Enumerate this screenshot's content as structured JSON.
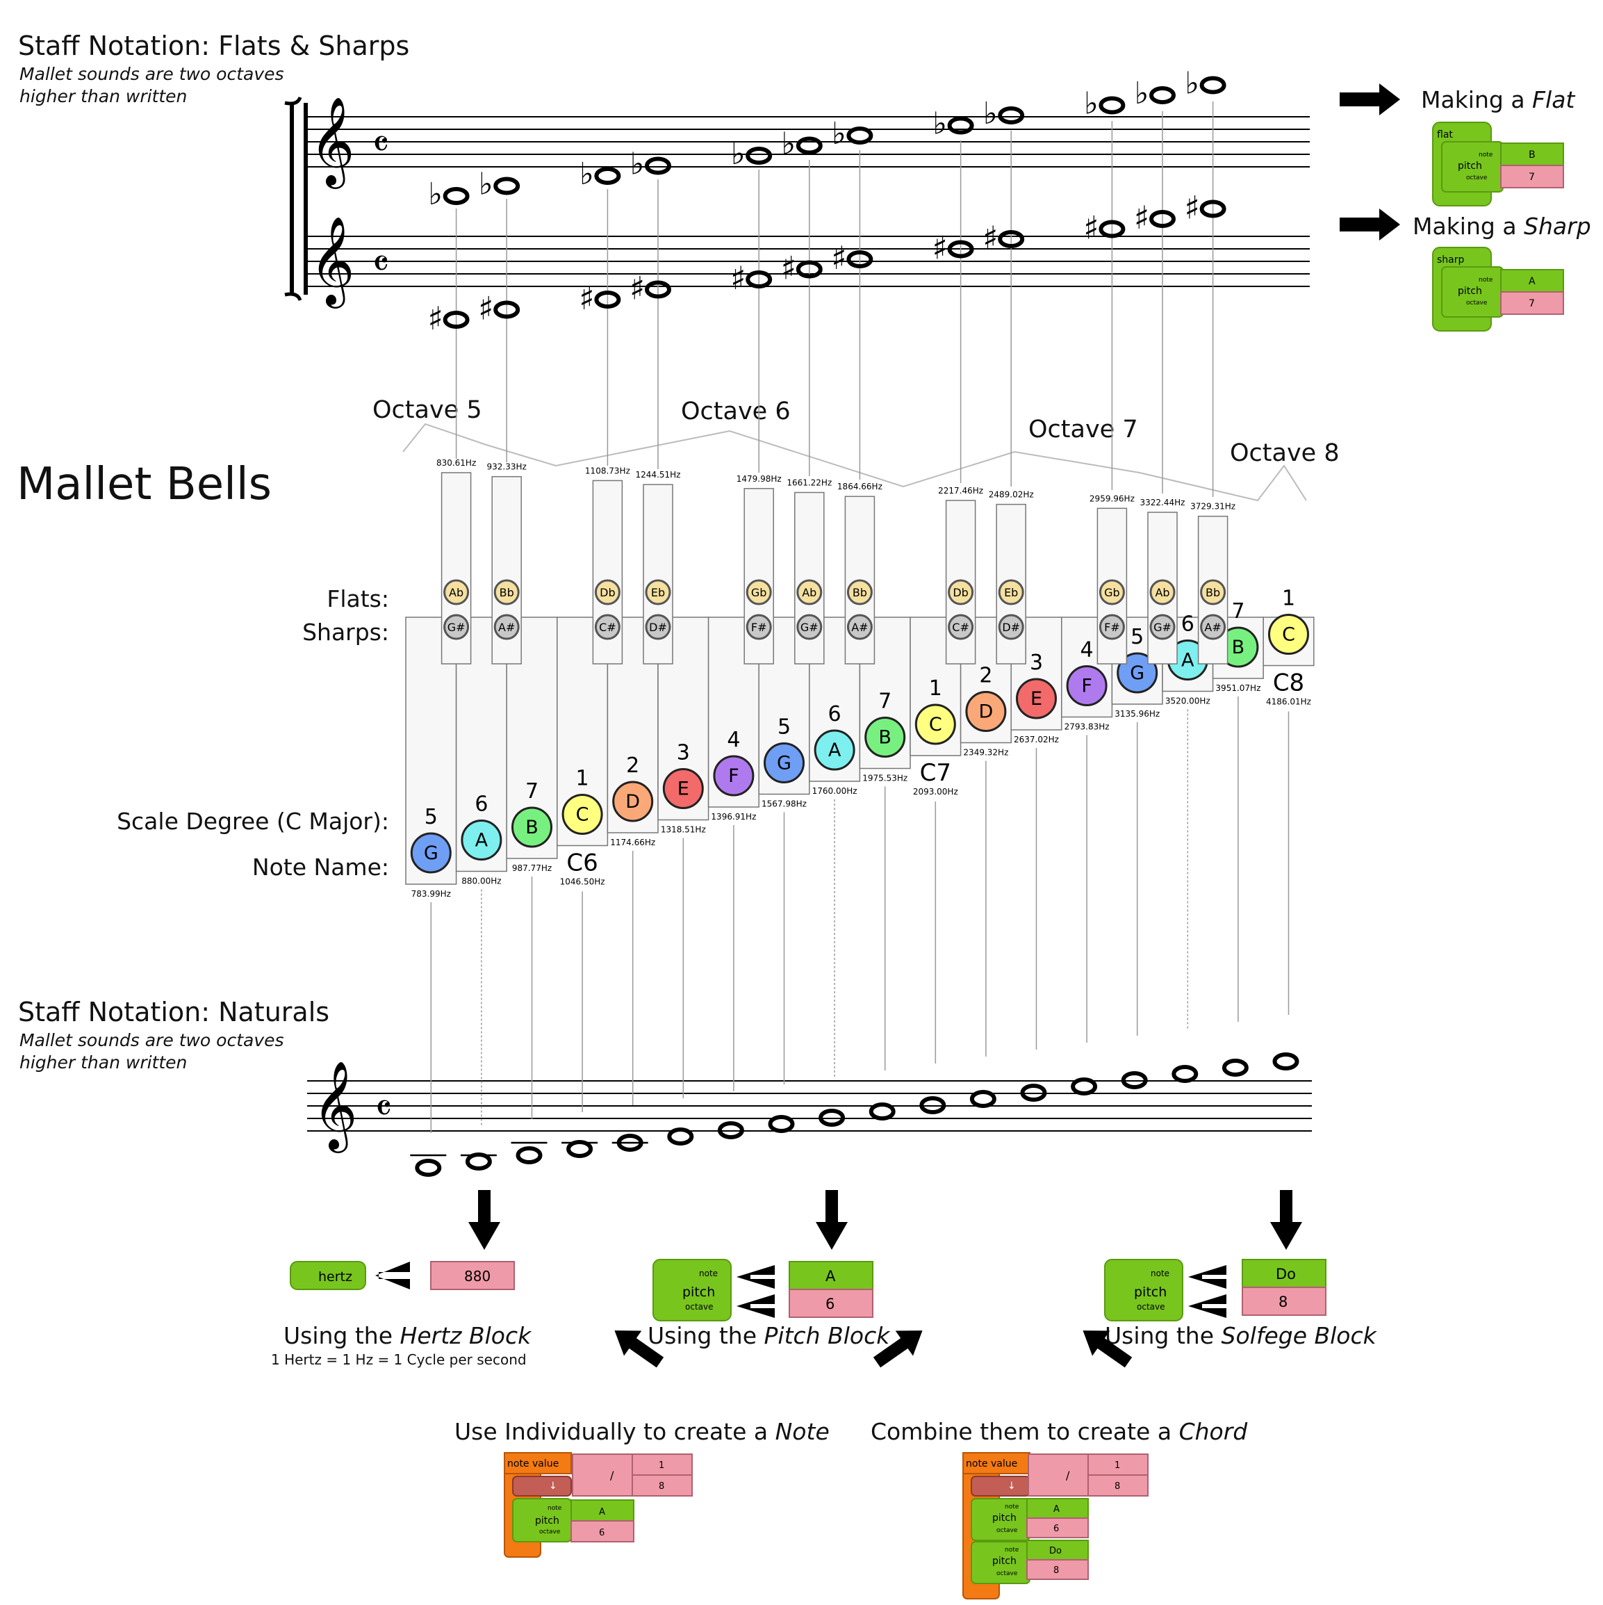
{
  "flats_sharps_section": {
    "title": "Staff Notation: Flats & Sharps",
    "subtitle_line1": "Mallet sounds are two octaves",
    "subtitle_line2": "higher than written",
    "making_flat_prefix": "Making a ",
    "making_flat_word": "Flat",
    "making_sharp_prefix": "Making a ",
    "making_sharp_word": "Sharp",
    "flat_block": {
      "title": "flat",
      "pitch": "pitch",
      "note_label": "note",
      "octave_label": "octave",
      "note": "B",
      "octave": "7"
    },
    "sharp_block": {
      "title": "sharp",
      "pitch": "pitch",
      "note_label": "note",
      "octave_label": "octave",
      "note": "A",
      "octave": "7"
    }
  },
  "bells": {
    "title": "Mallet Bells",
    "flats_label": "Flats:",
    "sharps_label": "Sharps:",
    "scale_degree_label": "Scale Degree (C Major):",
    "note_name_label": "Note Name:",
    "octaves": [
      "Octave 5",
      "Octave 6",
      "Octave 7",
      "Octave 8"
    ],
    "naturals": [
      {
        "note": "G",
        "degree": "5",
        "hz": "783.99Hz",
        "color": "#6f9ef5"
      },
      {
        "note": "A",
        "degree": "6",
        "hz": "880.00Hz",
        "color": "#7defef"
      },
      {
        "note": "B",
        "degree": "7",
        "hz": "987.77Hz",
        "color": "#78f080"
      },
      {
        "note": "C",
        "degree": "1",
        "hz": "1046.50Hz",
        "color": "#ffff80",
        "cname": "C6"
      },
      {
        "note": "D",
        "degree": "2",
        "hz": "1174.66Hz",
        "color": "#fba878"
      },
      {
        "note": "E",
        "degree": "3",
        "hz": "1318.51Hz",
        "color": "#f26a6a"
      },
      {
        "note": "F",
        "degree": "4",
        "hz": "1396.91Hz",
        "color": "#b07aef"
      },
      {
        "note": "G",
        "degree": "5",
        "hz": "1567.98Hz",
        "color": "#6f9ef5"
      },
      {
        "note": "A",
        "degree": "6",
        "hz": "1760.00Hz",
        "color": "#7defef"
      },
      {
        "note": "B",
        "degree": "7",
        "hz": "1975.53Hz",
        "color": "#78f080"
      },
      {
        "note": "C",
        "degree": "1",
        "hz": "2093.00Hz",
        "color": "#ffff80",
        "cname": "C7"
      },
      {
        "note": "D",
        "degree": "2",
        "hz": "2349.32Hz",
        "color": "#fba878"
      },
      {
        "note": "E",
        "degree": "3",
        "hz": "2637.02Hz",
        "color": "#f26a6a"
      },
      {
        "note": "F",
        "degree": "4",
        "hz": "2793.83Hz",
        "color": "#b07aef"
      },
      {
        "note": "G",
        "degree": "5",
        "hz": "3135.96Hz",
        "color": "#6f9ef5"
      },
      {
        "note": "A",
        "degree": "6",
        "hz": "3520.00Hz",
        "color": "#7defef"
      },
      {
        "note": "B",
        "degree": "7",
        "hz": "3951.07Hz",
        "color": "#78f080"
      },
      {
        "note": "C",
        "degree": "1",
        "hz": "4186.01Hz",
        "color": "#ffff80",
        "cname": "C8"
      }
    ],
    "accidentals": [
      {
        "flat": "Ab",
        "sharp": "G#",
        "hz": "830.61Hz"
      },
      {
        "flat": "Bb",
        "sharp": "A#",
        "hz": "932.33Hz"
      },
      {
        "flat": "Db",
        "sharp": "C#",
        "hz": "1108.73Hz"
      },
      {
        "flat": "Eb",
        "sharp": "D#",
        "hz": "1244.51Hz"
      },
      {
        "flat": "Gb",
        "sharp": "F#",
        "hz": "1479.98Hz"
      },
      {
        "flat": "Ab",
        "sharp": "G#",
        "hz": "1661.22Hz"
      },
      {
        "flat": "Bb",
        "sharp": "A#",
        "hz": "1864.66Hz"
      },
      {
        "flat": "Db",
        "sharp": "C#",
        "hz": "2217.46Hz"
      },
      {
        "flat": "Eb",
        "sharp": "D#",
        "hz": "2489.02Hz"
      },
      {
        "flat": "Gb",
        "sharp": "F#",
        "hz": "2959.96Hz"
      },
      {
        "flat": "Ab",
        "sharp": "G#",
        "hz": "3322.44Hz"
      },
      {
        "flat": "Bb",
        "sharp": "A#",
        "hz": "3729.31Hz"
      }
    ]
  },
  "naturals_section": {
    "title": "Staff Notation: Naturals",
    "subtitle_line1": "Mallet sounds are two octaves",
    "subtitle_line2": "higher than written"
  },
  "blocks": {
    "hertz_label": "hertz",
    "hertz_value": "880",
    "pitch_label": "pitch",
    "note_label": "note",
    "octave_label": "octave",
    "pitch_note": "A",
    "pitch_octave": "6",
    "solfege_note": "Do",
    "solfege_octave": "8"
  },
  "captions": {
    "hertz_prefix": "Using the ",
    "hertz_italic": "Hertz Block",
    "hertz_note": "1 Hertz = 1 Hz = 1 Cycle per second",
    "pitch_prefix": "Using the ",
    "pitch_italic": "Pitch Block",
    "solfege_prefix": "Using the ",
    "solfege_italic": "Solfege Block",
    "note_prefix": "Use Individually to create a ",
    "note_italic": "Note",
    "chord_prefix": "Combine them to create a ",
    "chord_italic": "Chord"
  },
  "note_value_block": {
    "label": "note value",
    "divide": "/",
    "numerator": "1",
    "denominator": "8",
    "arrow": "↓",
    "note1": "A",
    "octave1": "6",
    "note2": "Do",
    "octave2": "8"
  },
  "colors": {
    "green": "#78c51e",
    "pink": "#ef9aa8",
    "orange": "#f47a13",
    "brown": "#c25e55"
  }
}
